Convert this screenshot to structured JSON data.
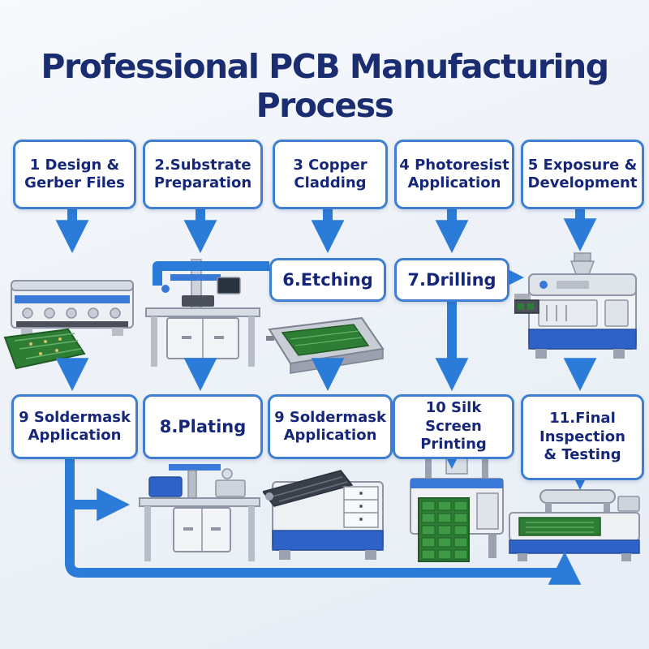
{
  "title": "Professional PCB Manufacturing Process",
  "steps": {
    "row1": [
      {
        "label": "1 Design &\nGerber Files"
      },
      {
        "label": "2.Substrate\nPreparation"
      },
      {
        "label": "3 Copper\nCladding"
      },
      {
        "label": "4 Photoresist\nApplication"
      },
      {
        "label": "5 Exposure &\nDevelopment"
      }
    ],
    "mid": [
      {
        "label": "6.Etching"
      },
      {
        "label": "7.Drilling"
      }
    ],
    "row2": [
      {
        "label": "9 Soldermask\nApplication"
      },
      {
        "label": "8.Plating"
      },
      {
        "label": "9 Soldermask\nApplication"
      },
      {
        "label": "10 Silk Screen\nPrinting"
      },
      {
        "label": "11.Final\nInspection\n& Testing"
      }
    ]
  },
  "colors": {
    "arrow_blue": "#2b7cd9",
    "box_border": "#3f7fd0",
    "box_text": "#16277a",
    "title_text": "#1b2d71",
    "pcb_green": "#2e7d35",
    "machine_blue": "#2f62c8"
  }
}
